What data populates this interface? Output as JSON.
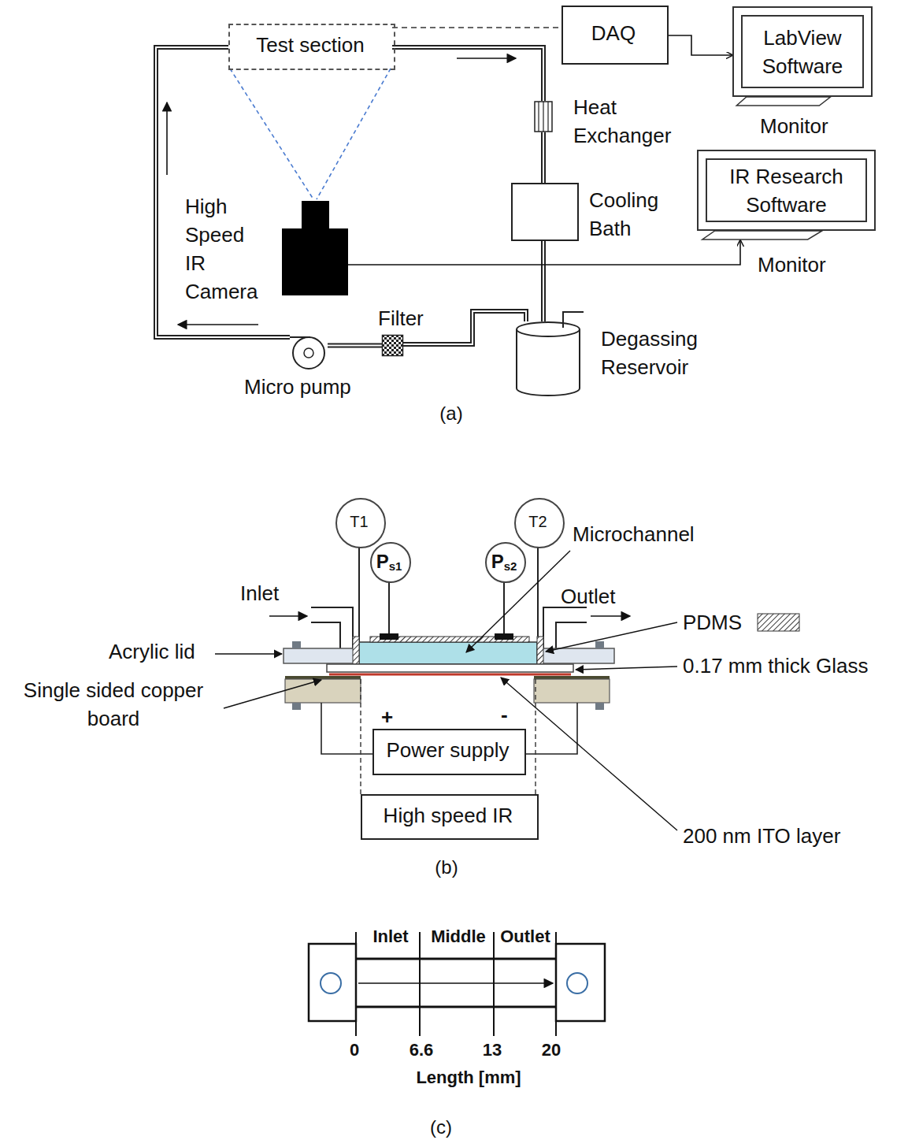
{
  "diagram": {
    "nodes": [
      {
        "text": [
          "Test section"
        ]
      },
      {
        "text": [
          "DAQ"
        ]
      },
      {
        "text": [
          "LabView Software",
          "Monitor"
        ]
      },
      {
        "text": [
          "Heat Exchanger"
        ]
      },
      {
        "text": [
          "Cooling Bath"
        ]
      },
      {
        "text": [
          "IR Research Software",
          "Monitor"
        ]
      },
      {
        "text": [
          "High Speed IR Camera"
        ]
      },
      {
        "text": [
          "Filter"
        ]
      },
      {
        "text": [
          "Degassing Reservoir"
        ]
      },
      {
        "text": [
          "Micro pump"
        ]
      },
      {
        "text": [
          "T1"
        ]
      },
      {
        "text": [
          "P",
          "s1"
        ]
      },
      {
        "text": [
          "P",
          "s2"
        ]
      },
      {
        "text": [
          "T2"
        ]
      },
      {
        "text": [
          "Power supply"
        ]
      },
      {
        "text": [
          "High speed IR"
        ]
      }
    ],
    "edges": [
      {
        "from": 0,
        "to": 3,
        "arrow": "none"
      },
      {
        "from": 3,
        "to": 4,
        "arrow": "none"
      },
      {
        "from": 4,
        "to": 8,
        "arrow": "none"
      },
      {
        "from": 8,
        "to": 7,
        "arrow": "none"
      },
      {
        "from": 7,
        "to": 9,
        "arrow": "none"
      },
      {
        "from": 9,
        "to": 0,
        "arrow": "none"
      },
      {
        "from": 0,
        "to": 1,
        "arrow": "none"
      },
      {
        "from": 1,
        "to": 2,
        "arrow": "to"
      },
      {
        "from": 6,
        "to": 5,
        "arrow": "to"
      }
    ],
    "labels": [
      "(a)",
      "Inlet",
      "Outlet",
      "Acrylic lid",
      "Microchannel",
      "Single sided copper board",
      "0.17 mm thick Glass",
      "+",
      "-",
      "200 nm ITO layer",
      "(b)",
      "Inlet",
      "Middle",
      "Outlet",
      "0",
      "6.6",
      "13",
      "20",
      "Length [mm]",
      "(c)"
    ],
    "legend": [
      {
        "text": "PDMS"
      }
    ]
  }
}
